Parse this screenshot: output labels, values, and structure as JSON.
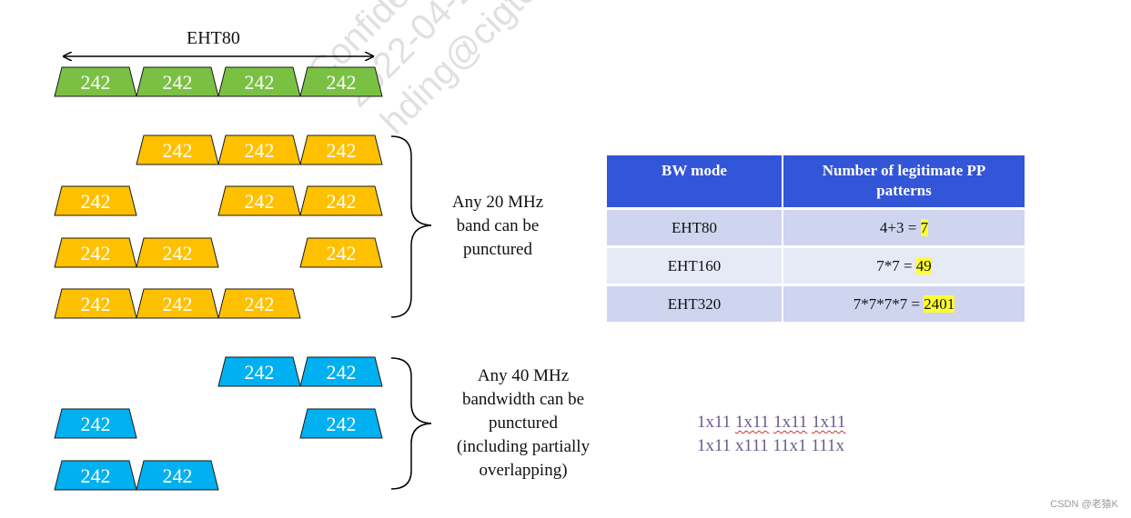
{
  "watermark": {
    "lines": [
      "Confide",
      "2022-04-2",
      "hding@cigte"
    ]
  },
  "top_pattern": {
    "label": "EHT80",
    "color": "#7ac143",
    "blocks": [
      "242",
      "242",
      "242",
      "242"
    ]
  },
  "groups": [
    {
      "color": "#ffc000",
      "caption": [
        "Any 20 MHz",
        "band can be",
        "punctured"
      ],
      "rows": [
        [
          false,
          true,
          true,
          true
        ],
        [
          true,
          false,
          true,
          true
        ],
        [
          true,
          true,
          false,
          true
        ],
        [
          true,
          true,
          true,
          false
        ]
      ],
      "block_label": "242"
    },
    {
      "color": "#00b0f0",
      "caption": [
        "Any 40 MHz",
        "bandwidth can be",
        "punctured",
        "(including partially",
        "overlapping)"
      ],
      "rows": [
        [
          false,
          false,
          true,
          true
        ],
        [
          true,
          false,
          false,
          true
        ],
        [
          true,
          true,
          false,
          false
        ]
      ],
      "block_label": "242"
    }
  ],
  "table": {
    "headers": [
      "BW mode",
      "Number of legitimate PP patterns"
    ],
    "rows": [
      {
        "mode": "EHT80",
        "expr": "4+3 = ",
        "result": "7"
      },
      {
        "mode": "EHT160",
        "expr": "7*7 = ",
        "result": "49"
      },
      {
        "mode": "EHT320",
        "expr": "7*7*7*7 = ",
        "result": "2401"
      }
    ],
    "header_color": "#3355d8",
    "highlight_color": "#ffff33"
  },
  "patterns": {
    "line1": [
      "1x11",
      "1x11",
      "1x11",
      "1x11"
    ],
    "line2": "1x11 x111 11x1 111x"
  },
  "credit": "CSDN @老猿K"
}
